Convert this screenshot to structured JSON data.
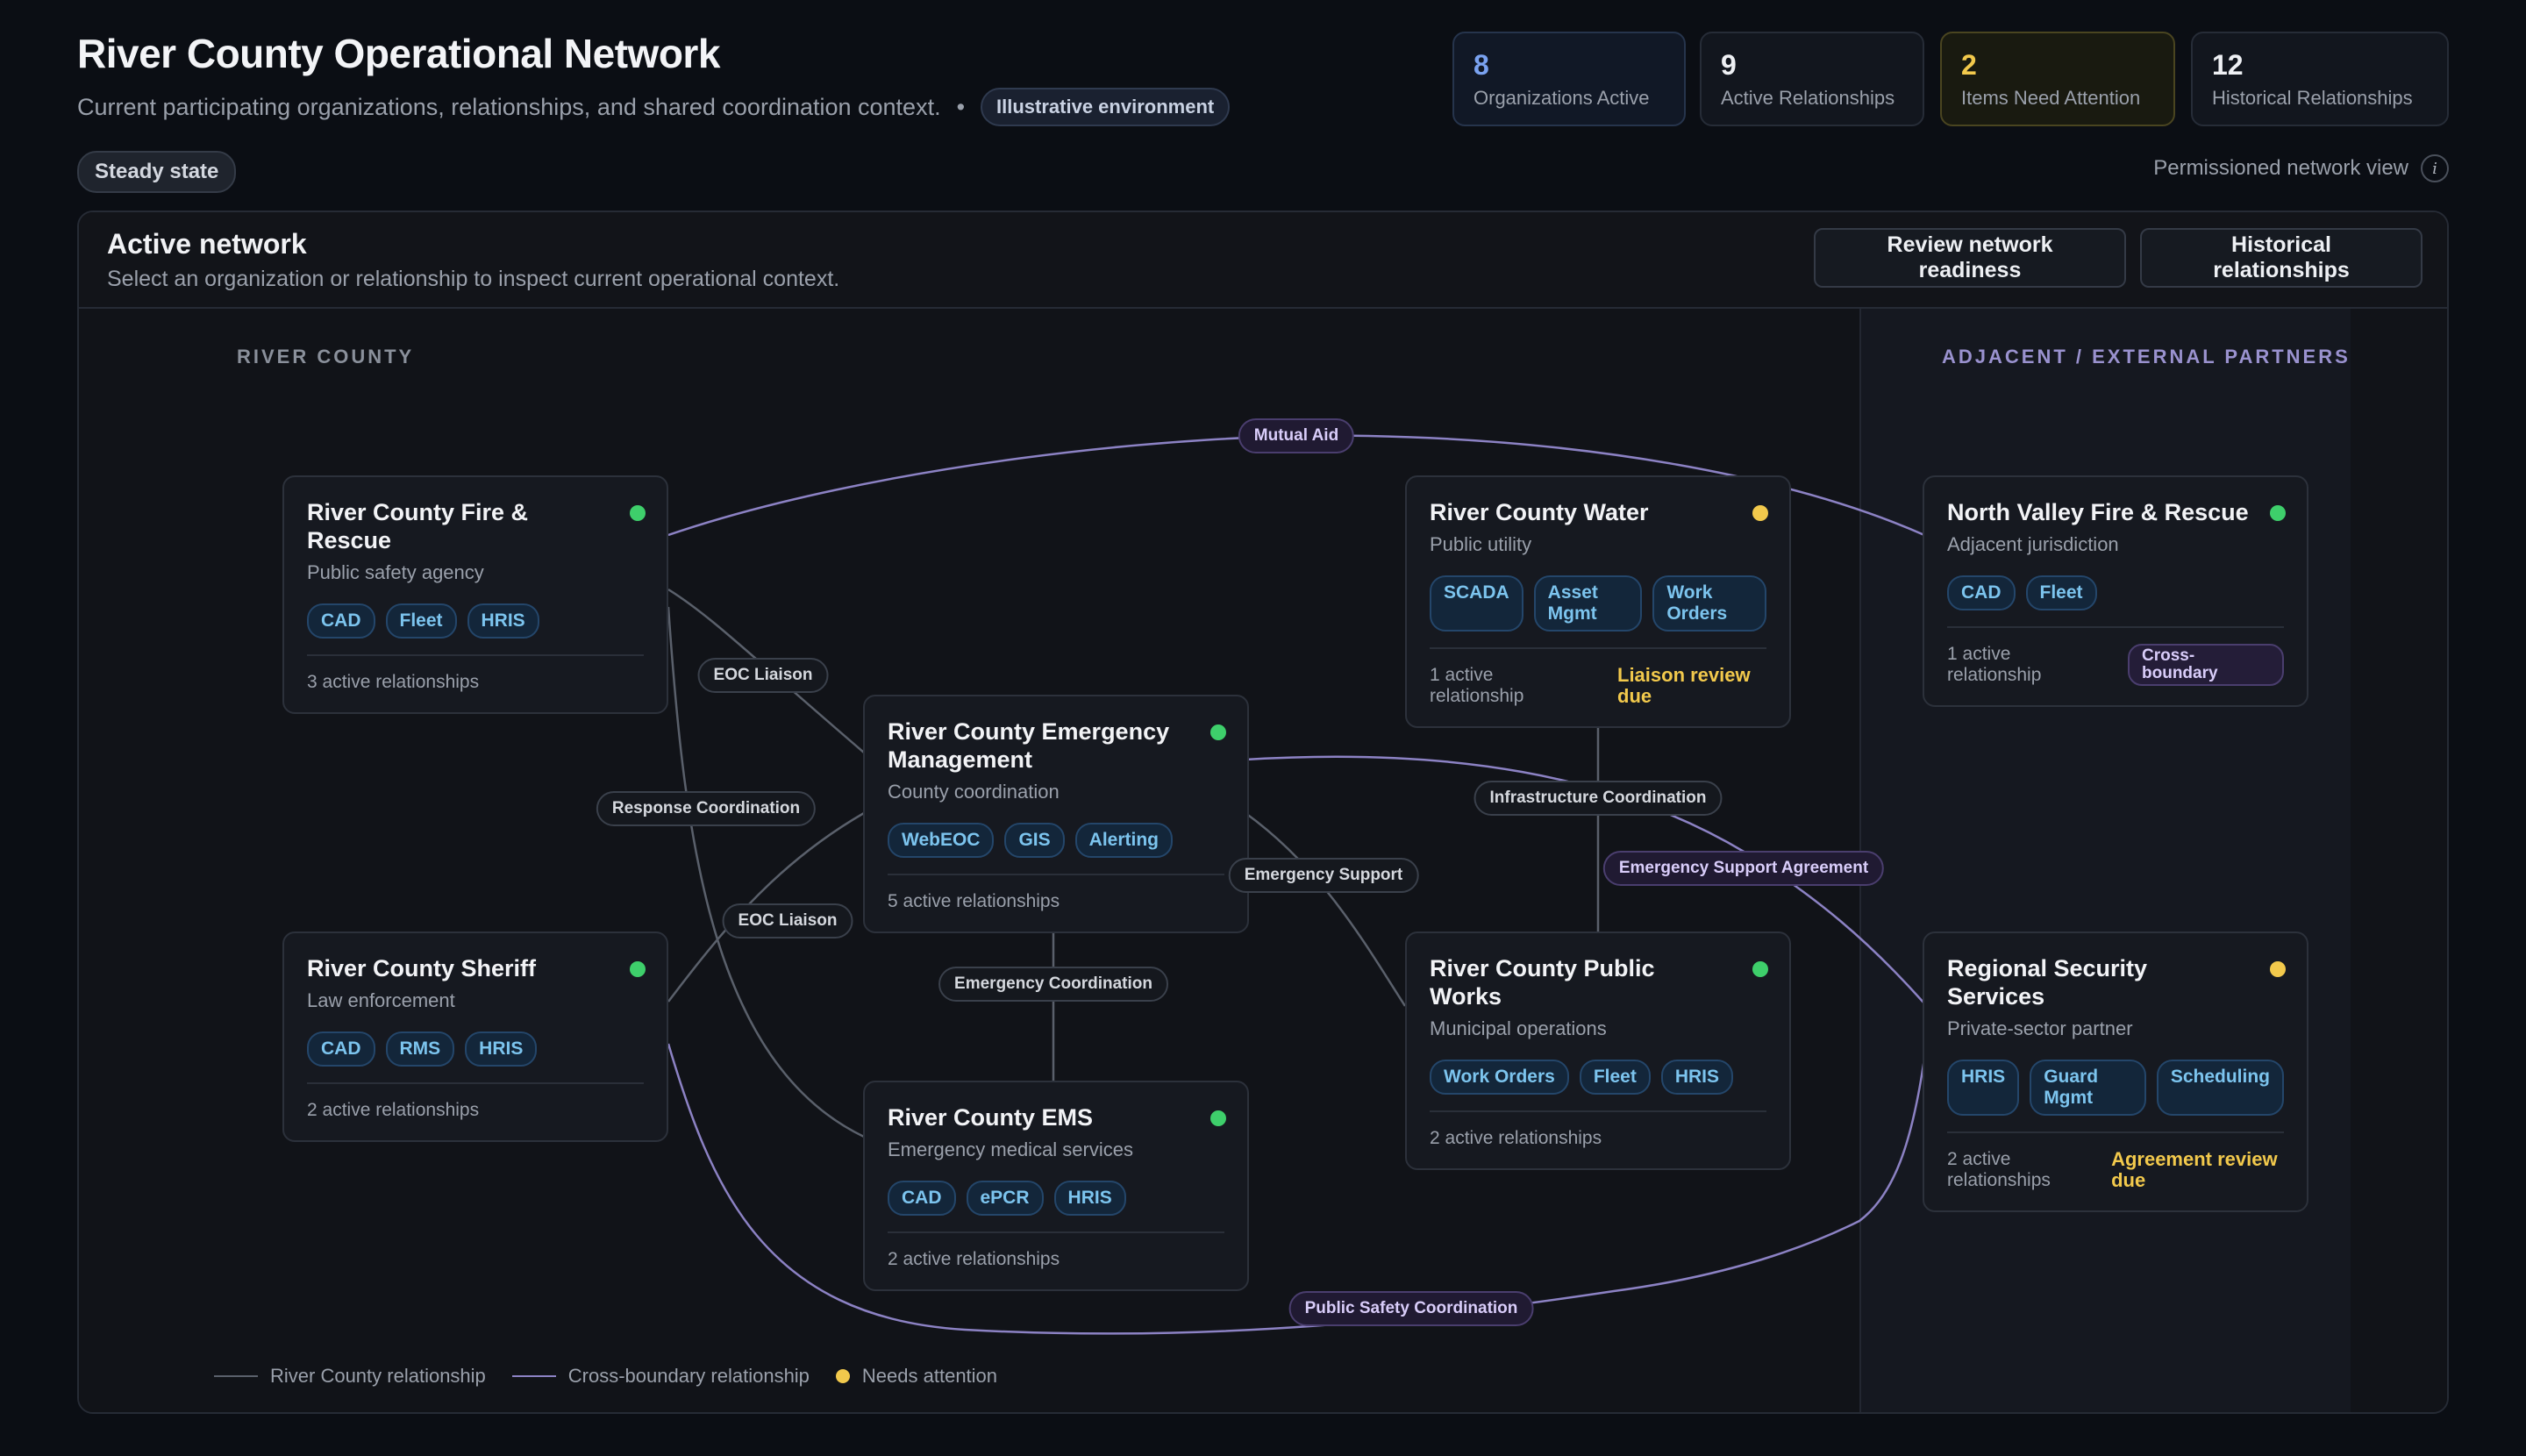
{
  "header": {
    "title": "River County Operational Network",
    "subtitle": "Current participating organizations, relationships, and shared coordination context.",
    "separator": "•",
    "environment_badge": "Illustrative environment",
    "state_badge": "Steady state",
    "permission_label": "Permissioned network view",
    "info_glyph": "i"
  },
  "stats": [
    {
      "value": "8",
      "label": "Organizations Active"
    },
    {
      "value": "9",
      "label": "Active Relationships"
    },
    {
      "value": "2",
      "label": "Items Need Attention"
    },
    {
      "value": "12",
      "label": "Historical Relationships"
    }
  ],
  "panel": {
    "title": "Active network",
    "subtitle": "Select an organization or relationship to inspect current operational context.",
    "buttons": {
      "readiness": "Review network readiness",
      "historical": "Historical relationships"
    }
  },
  "zones": {
    "internal": "RIVER COUNTY",
    "external": "ADJACENT / EXTERNAL PARTNERS"
  },
  "nodes": {
    "fire": {
      "name": "River County Fire & Rescue",
      "kind": "Public safety agency",
      "tags": [
        "CAD",
        "Fleet",
        "HRIS"
      ],
      "relationships": "3 active relationships",
      "status": "active"
    },
    "ema": {
      "name": "River County Emergency Management",
      "kind": "County coordination",
      "tags": [
        "WebEOC",
        "GIS",
        "Alerting"
      ],
      "relationships": "5 active relationships",
      "status": "active"
    },
    "water": {
      "name": "River County Water",
      "kind": "Public utility",
      "tags": [
        "SCADA",
        "Asset Mgmt",
        "Work Orders"
      ],
      "relationships": "1 active relationship",
      "alert": "Liaison review due",
      "status": "attention"
    },
    "sheriff": {
      "name": "River County Sheriff",
      "kind": "Law enforcement",
      "tags": [
        "CAD",
        "RMS",
        "HRIS"
      ],
      "relationships": "2 active relationships",
      "status": "active"
    },
    "ems": {
      "name": "River County EMS",
      "kind": "Emergency medical services",
      "tags": [
        "CAD",
        "ePCR",
        "HRIS"
      ],
      "relationships": "2 active relationships",
      "status": "active"
    },
    "publicworks": {
      "name": "River County Public Works",
      "kind": "Municipal operations",
      "tags": [
        "Work Orders",
        "Fleet",
        "HRIS"
      ],
      "relationships": "2 active relationships",
      "status": "active"
    },
    "northvalley": {
      "name": "North Valley Fire & Rescue",
      "kind": "Adjacent jurisdiction",
      "tags": [
        "CAD",
        "Fleet"
      ],
      "relationships": "1 active relationship",
      "badge": "Cross-boundary",
      "status": "active"
    },
    "regional": {
      "name": "Regional Security Services",
      "kind": "Private-sector partner",
      "tags": [
        "HRIS",
        "Guard Mgmt",
        "Scheduling"
      ],
      "relationships": "2 active relationships",
      "alert": "Agreement review due",
      "status": "attention"
    }
  },
  "edge_labels": {
    "mutual_aid": "Mutual Aid",
    "eoc_liaison_1": "EOC Liaison",
    "response_coordination": "Response Coordination",
    "eoc_liaison_2": "EOC Liaison",
    "emergency_support": "Emergency Support",
    "emergency_coordination": "Emergency Coordination",
    "infrastructure_coordination": "Infrastructure Coordination",
    "emergency_support_agreement": "Emergency Support Agreement",
    "public_safety_coordination": "Public Safety Coordination"
  },
  "legend": {
    "internal": "River County relationship",
    "cross": "Cross-boundary relationship",
    "attention": "Needs attention"
  },
  "colors": {
    "active": "#3ecf6b",
    "attention": "#f2c94c",
    "internal_edge": "#5a606b",
    "cross_edge": "#8c82c4",
    "tag_text": "#7cc4ee",
    "accent_blue": "#7aa2f0"
  }
}
